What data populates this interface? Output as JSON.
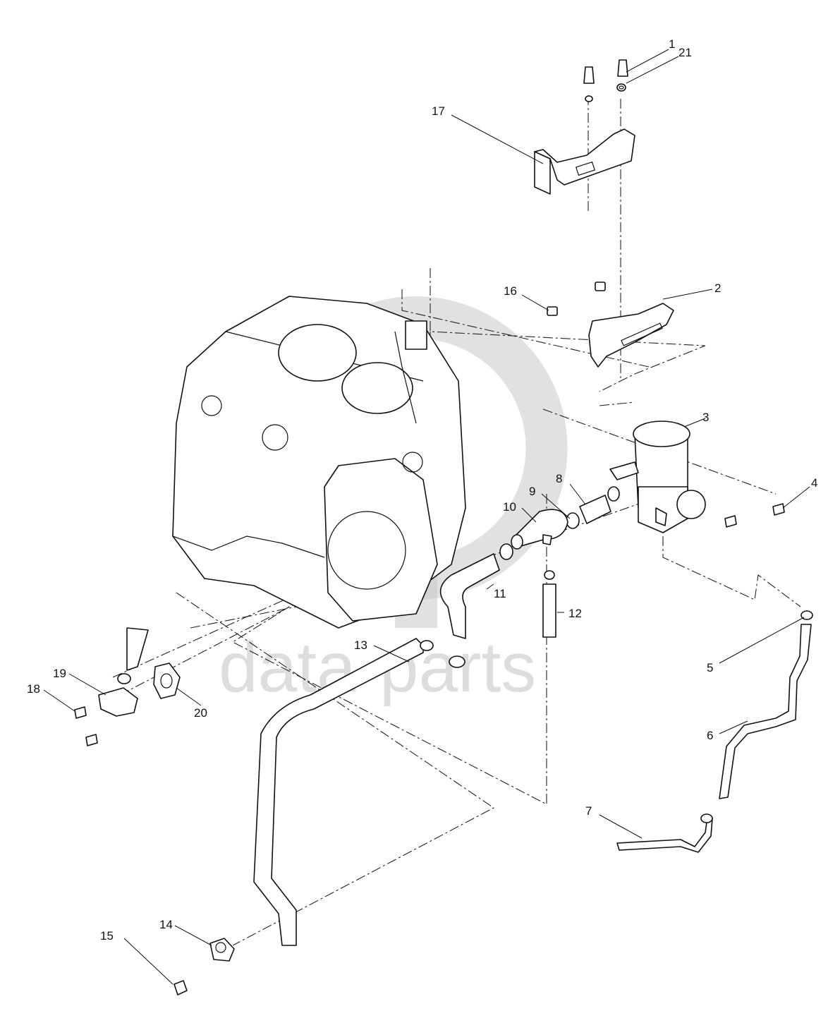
{
  "watermark": {
    "text": "data-parts",
    "color": "#c9c9c9"
  },
  "callouts": {
    "c1": "1",
    "c2": "2",
    "c3": "3",
    "c4": "4",
    "c5": "5",
    "c6": "6",
    "c7": "7",
    "c8": "8",
    "c9": "9",
    "c10": "10",
    "c11": "11",
    "c12": "12",
    "c13": "13",
    "c14": "14",
    "c15": "15",
    "c16": "16",
    "c17": "17",
    "c18": "18",
    "c19": "19",
    "c20": "20",
    "c21": "21"
  }
}
